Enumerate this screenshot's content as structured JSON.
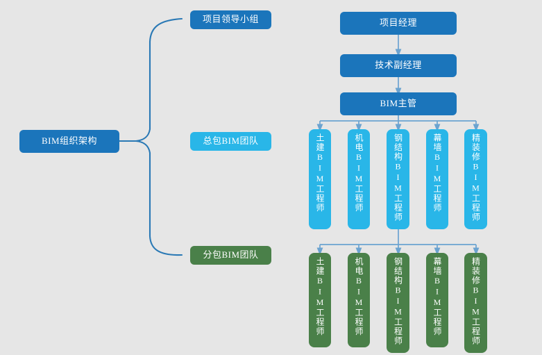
{
  "diagram": {
    "title": "BIM组织架构",
    "background": "#e6e6e6",
    "colors": {
      "blue": "#1b75bb",
      "cyan": "#29b6e8",
      "green": "#4a8049",
      "connector": "#4a90c4",
      "text": "#ffffff"
    }
  },
  "root": {
    "label": "BIM组织架构"
  },
  "branches": [
    {
      "label": "项目领导小组",
      "color": "blue"
    },
    {
      "label": "总包BIM团队",
      "color": "cyan"
    },
    {
      "label": "分包BIM团队",
      "color": "green"
    }
  ],
  "chain": [
    {
      "label": "项目经理"
    },
    {
      "label": "技术副经理"
    },
    {
      "label": "BIM主管"
    }
  ],
  "general_contractor_team": {
    "color": "cyan",
    "members": [
      {
        "label": "土建BIM工程师"
      },
      {
        "label": "机电BIM工程师"
      },
      {
        "label": "钢结构BIM工程师"
      },
      {
        "label": "幕墙BIM工程师"
      },
      {
        "label": "精装修BIM工程师"
      }
    ]
  },
  "subcontractor_team": {
    "color": "green",
    "members": [
      {
        "label": "土建BIM工程师"
      },
      {
        "label": "机电BIM工程师"
      },
      {
        "label": "钢结构BIM工程师"
      },
      {
        "label": "幕墙BIM工程师"
      },
      {
        "label": "精装修BIM工程师"
      }
    ]
  }
}
